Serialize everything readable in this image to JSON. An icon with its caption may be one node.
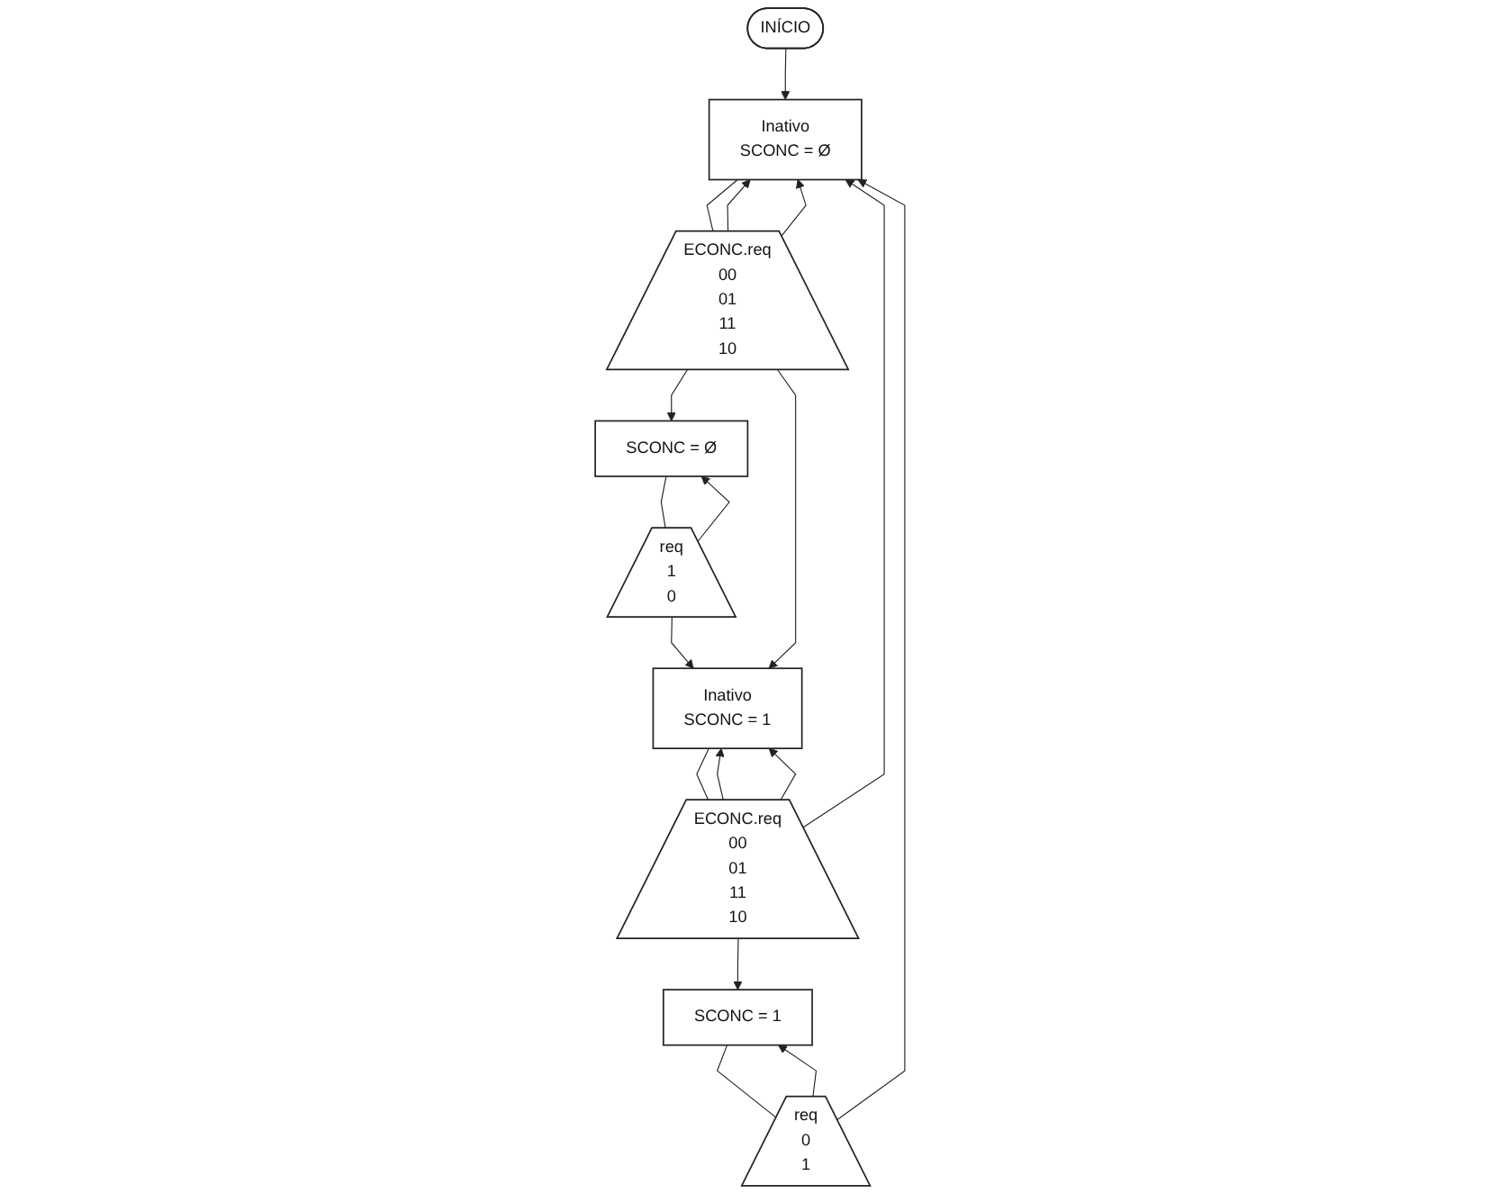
{
  "diagram": {
    "nodes": [
      {
        "text": [
          "INÍCIO"
        ]
      },
      {
        "text": [
          "Inativo",
          "SCONC = Ø"
        ]
      },
      {
        "text": [
          "ECONC.req",
          "00",
          "01",
          "11",
          "10"
        ]
      },
      {
        "text": [
          "SCONC = Ø"
        ]
      },
      {
        "text": [
          "req",
          "1",
          "0"
        ]
      },
      {
        "text": [
          "Inativo",
          "SCONC = 1"
        ]
      },
      {
        "text": [
          "ECONC.req",
          "00",
          "01",
          "11",
          "10"
        ]
      },
      {
        "text": [
          "SCONC = 1"
        ]
      },
      {
        "text": [
          "req",
          "0",
          "1"
        ]
      }
    ],
    "edges": [
      {
        "from": 0,
        "to": 1,
        "arrow": "to"
      },
      {
        "from": 1,
        "to": 2,
        "arrow": "none"
      },
      {
        "from": 2,
        "to": 1,
        "arrow": "to"
      },
      {
        "from": 2,
        "to": 1,
        "arrow": "to"
      },
      {
        "from": 2,
        "to": 3,
        "arrow": "to"
      },
      {
        "from": 2,
        "to": 5,
        "arrow": "to"
      },
      {
        "from": 3,
        "to": 4,
        "arrow": "none"
      },
      {
        "from": 4,
        "to": 3,
        "arrow": "to"
      },
      {
        "from": 4,
        "to": 5,
        "arrow": "to"
      },
      {
        "from": 5,
        "to": 6,
        "arrow": "none"
      },
      {
        "from": 6,
        "to": 1,
        "arrow": "to"
      },
      {
        "from": 6,
        "to": 7,
        "arrow": "to"
      },
      {
        "from": 6,
        "to": 5,
        "arrow": "to"
      },
      {
        "from": 6,
        "to": 5,
        "arrow": "to"
      },
      {
        "from": 7,
        "to": 8,
        "arrow": "none"
      },
      {
        "from": 8,
        "to": 1,
        "arrow": "to"
      },
      {
        "from": 8,
        "to": 7,
        "arrow": "to"
      }
    ]
  }
}
